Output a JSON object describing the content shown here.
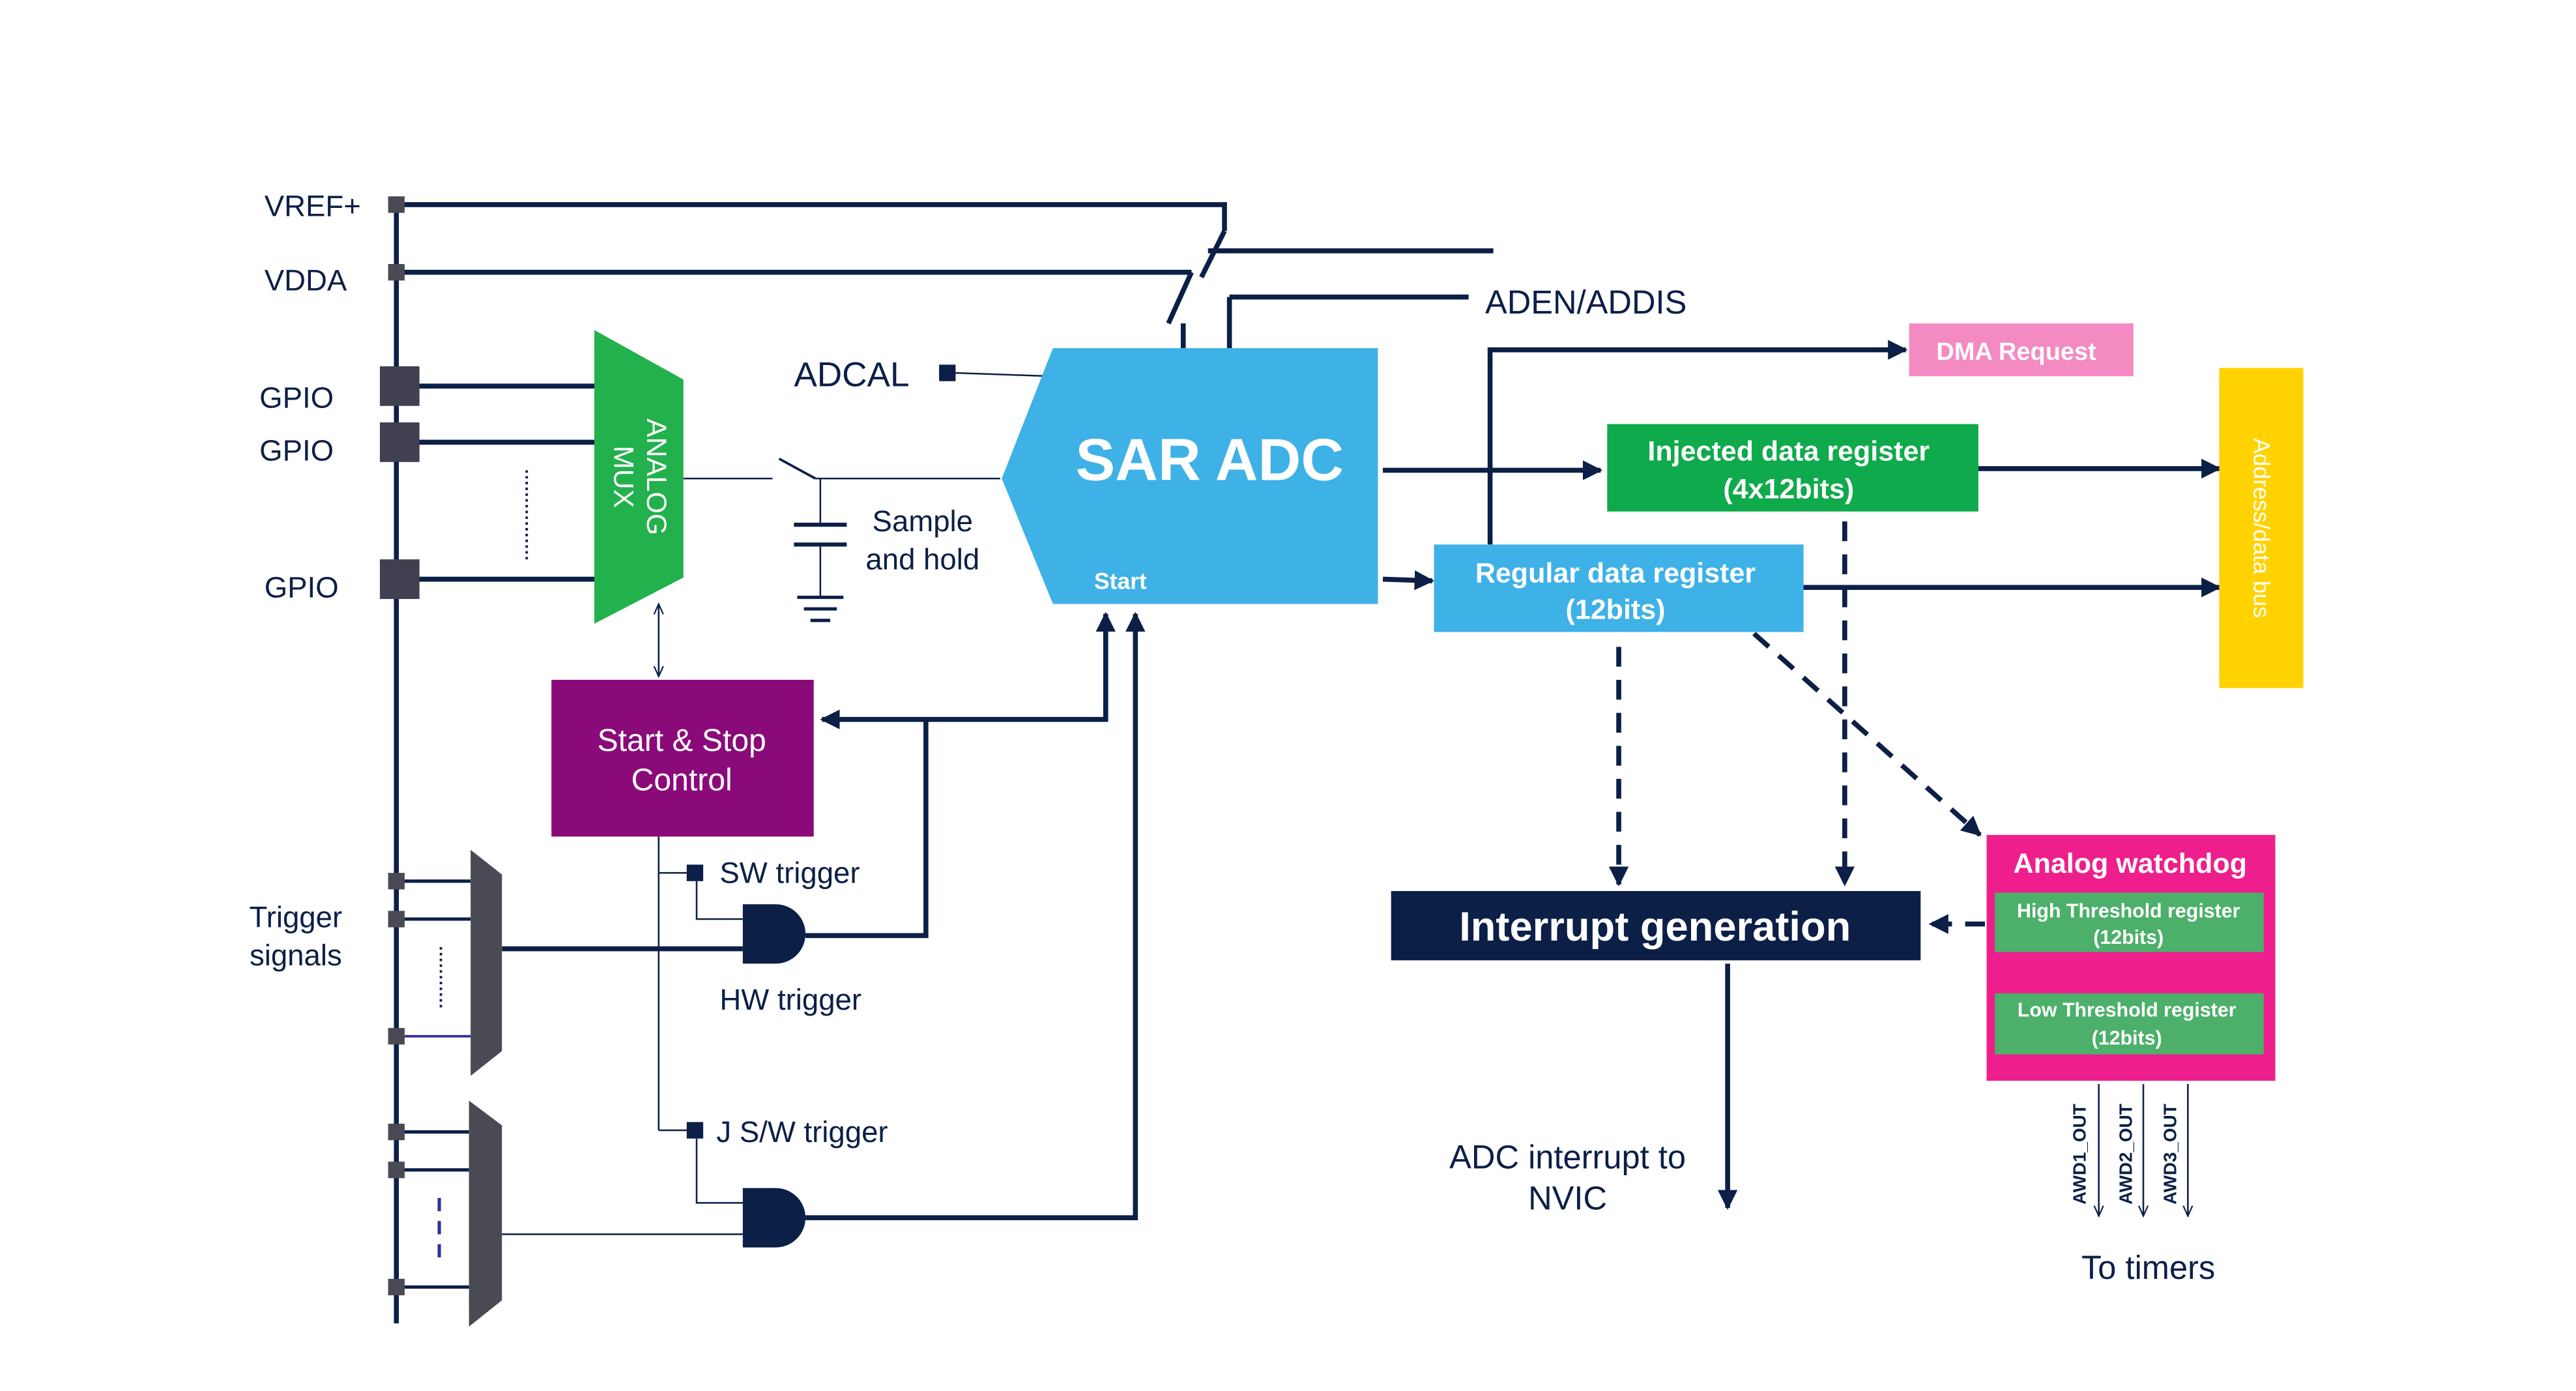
{
  "labels": {
    "vref": "VREF+",
    "vdda": "VDDA",
    "gpio1": "GPIO",
    "gpio2": "GPIO",
    "gpio3": "GPIO",
    "adcal": "ADCAL",
    "aden": "ADEN/ADDIS",
    "sample_hold_1": "Sample",
    "sample_hold_2": "and hold",
    "trigger_1": "Trigger",
    "trigger_2": "signals",
    "sw_trigger": "SW trigger",
    "hw_trigger": "HW trigger",
    "jsw_trigger": "J S/W trigger",
    "adc_irq_1": "ADC interrupt to",
    "adc_irq_2": "NVIC",
    "awd1": "AWD1_OUT",
    "awd2": "AWD2_OUT",
    "awd3": "AWD3_OUT",
    "to_timers": "To timers"
  },
  "blocks": {
    "analog_mux_1": "ANALOG",
    "analog_mux_2": "MUX",
    "sar_adc": "SAR ADC",
    "start": "Start",
    "start_stop_1": "Start & Stop",
    "start_stop_2": "Control",
    "dma": "DMA Request",
    "injected_1": "Injected data register",
    "injected_2": "(4x12bits)",
    "regular_1": "Regular data register",
    "regular_2": "(12bits)",
    "address_bus": "Address/data bus",
    "interrupt": "Interrupt generation",
    "watchdog": "Analog watchdog",
    "high_thr_1": "High Threshold register",
    "high_thr_2": "(12bits)",
    "low_thr_1": "Low Threshold register",
    "low_thr_2": "(12bits)"
  },
  "colors": {
    "line": "#0b1f47",
    "sar_adc": "#3eb1e6",
    "analog_mux": "#22b14c",
    "start_stop": "#8b0a7a",
    "dma": "#f48ac2",
    "injected": "#0faa4b",
    "regular": "#3eb1e6",
    "address_bus": "#ffd200",
    "interrupt": "#0b1f47",
    "watchdog": "#ee1f8c",
    "threshold": "#4caf6a",
    "trigger_mux": "#4a4a55"
  }
}
